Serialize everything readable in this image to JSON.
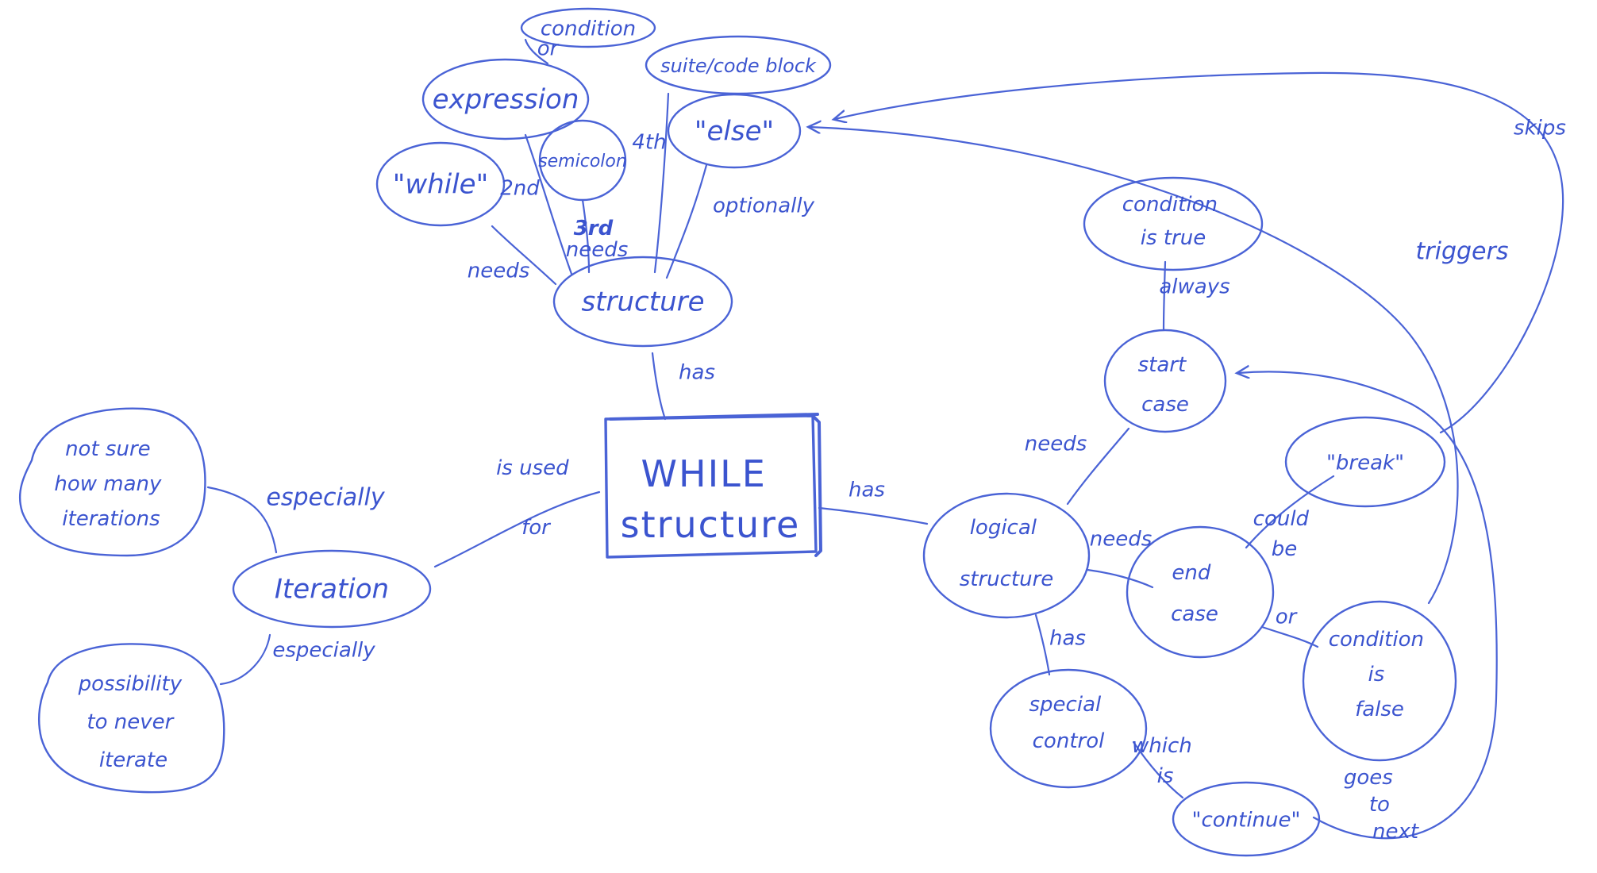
{
  "nodes": {
    "while_structure": [
      "WHILE",
      "structure"
    ],
    "structure": [
      "structure"
    ],
    "while_kw": [
      "\"while\""
    ],
    "expression": [
      "expression"
    ],
    "condition_top": [
      "condition"
    ],
    "semicolon": [
      "semicolon"
    ],
    "suite": [
      "suite/code block"
    ],
    "else_kw": [
      "\"else\""
    ],
    "iteration": [
      "Iteration"
    ],
    "not_sure": [
      "not sure",
      "how many",
      "iterations"
    ],
    "possibility": [
      "possibility",
      "to never",
      "iterate"
    ],
    "logical": [
      "logical",
      "structure"
    ],
    "start_case": [
      "start",
      "case"
    ],
    "condition_true": [
      "condition",
      "is true"
    ],
    "end_case": [
      "end",
      "case"
    ],
    "break_kw": [
      "\"break\""
    ],
    "condition_false": [
      "condition",
      "is",
      "false"
    ],
    "special_control": [
      "special",
      "control"
    ],
    "continue_kw": [
      "\"continue\""
    ]
  },
  "edge_labels": {
    "has_structure": "has",
    "needs": "needs",
    "second": "2nd",
    "third": [
      "3rd",
      "needs"
    ],
    "fourth": "4th",
    "optionally": "optionally",
    "or_top": "or",
    "is_used_for": [
      "is used",
      "for"
    ],
    "especially_1": "especially",
    "especially_2": "especially",
    "has_logical": "has",
    "needs_start": "needs",
    "always": "always",
    "needs_end": "needs",
    "could_be": [
      "could",
      "be"
    ],
    "or_bottom": "or",
    "has_special": "has",
    "which_is": [
      "which",
      "is"
    ],
    "goes_to_next": [
      "goes",
      "to",
      "next"
    ],
    "triggers": "triggers",
    "skips": "skips"
  }
}
